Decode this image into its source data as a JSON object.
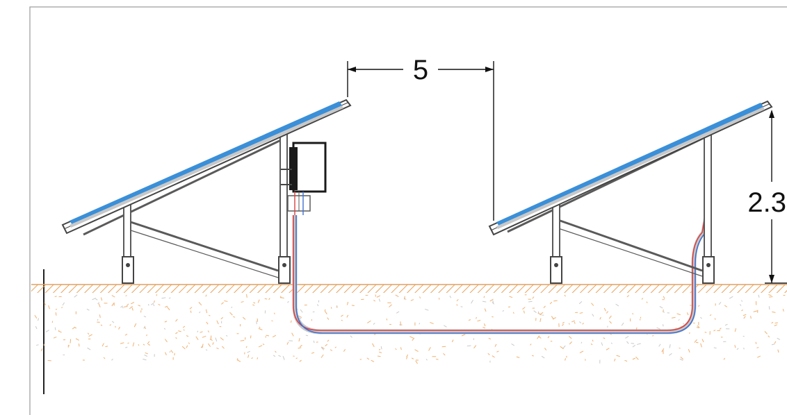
{
  "dimensions": {
    "spacing_label": "5",
    "height_label": "2.3"
  },
  "colors": {
    "ground_hatch": "#e8a25a",
    "soil_speckle": "#f0b070",
    "panel_blue": "#3a8fd8",
    "cable_red": "#d94040",
    "cable_blue": "#3f6fd0",
    "structure_gray": "#5a5a5a",
    "inverter_dark": "#1a1a1a"
  },
  "elements": {
    "left_array": "solar-panel-array",
    "right_array": "solar-panel-array",
    "inverter": "inverter-box",
    "cable": "underground-cable"
  }
}
